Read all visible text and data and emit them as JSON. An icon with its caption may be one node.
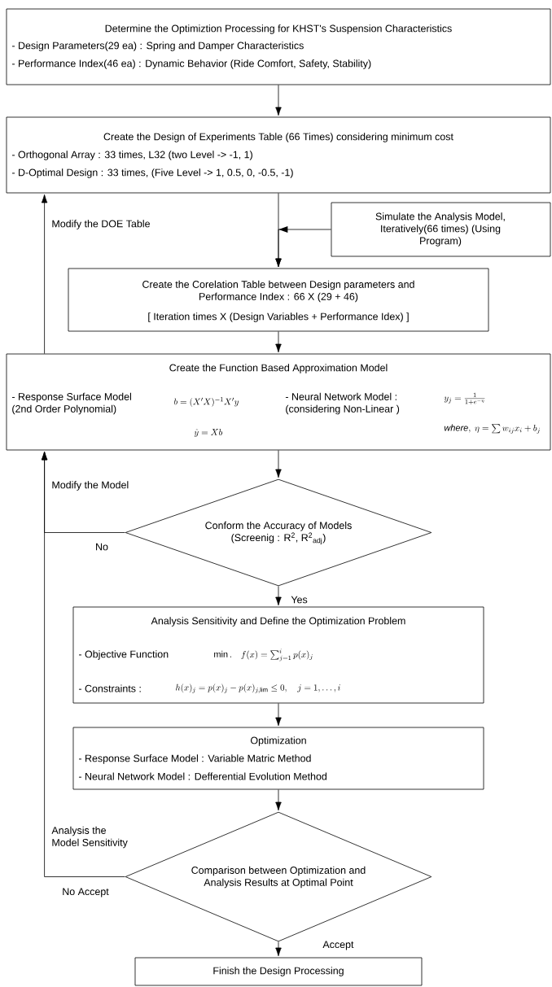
{
  "diagram": {
    "nodes": [
      {
        "text": [
          "Determine the Optimiztion Processing for KHST's Suspension Characteristics",
          "- Design Parameters(29 ea) : Spring and Damper Characteristics",
          "- Performance Index(46 ea) : Dynamic Behavior (Ride Comfort, Safety, Stability)"
        ]
      },
      {
        "text": [
          "Create the Design of Experiments Table (66 Times) considering minimum cost",
          "- Orthogonal Array : 33 times, L32 (two Level -> -1, 1)",
          "- D-Optimal Design : 33 times, (Five Level -> 1, 0.5, 0, -0.5, -1)"
        ]
      },
      {
        "text": [
          "Simulate the Analysis Model, Iteratively(66 times) (Using Program)"
        ]
      },
      {
        "text": [
          "Create the Corelation Table between Design parameters and Performance Index : 66 X (29 + 46)",
          "[ Iteration times X (Design Variables + Performance Idex) ]"
        ]
      },
      {
        "text": [
          "Create the Function Based Approximation Model",
          "- Response Surface Model (2nd Order Polynomial)",
          "b=(X^{\\prime}X)^{-1}X^{\\prime}y",
          "\\hat{y}=Xb",
          "- Neural Network Model : (considering Non-Linear )",
          "y_j=\\frac{1}{1+e^{-\\eta}}",
          "\\mathit{where},\\ \\eta=\\sum w_{ij}x_i+b_j"
        ]
      },
      {
        "text": [
          "Conform the Accuracy of Models (Screenig : R$^{2}$, R$^{2}$$_{adj}$)"
        ]
      },
      {
        "text": [
          "Analysis Sensitivity and Define the Optimization Problem",
          "- Objective Function",
          "\\min.\\quad f(x)=\\sum_{j=1}^{i}p(x)_j",
          "- Constraints :",
          "h(x)_j=p(x)_j-p(x)_{j,\\mathrm{lim}}\\le 0,\\quad j=1,\\ldots,i"
        ]
      },
      {
        "text": [
          "Optimization",
          "- Response Surface Model : Variable Matric Method",
          "- Neural Network Model : Defferential Evolution Method"
        ]
      },
      {
        "text": [
          "Comparison between Optimization and Analysis Results at Optimal Point"
        ]
      },
      {
        "text": [
          "Finish the Design Processing"
        ]
      }
    ],
    "edges": [
      {
        "from": 0,
        "to": 1,
        "arrow": "to"
      },
      {
        "from": 1,
        "to": 3,
        "arrow": "to"
      },
      {
        "from": 2,
        "to": 3,
        "arrow": "to"
      },
      {
        "from": 3,
        "to": 4,
        "arrow": "to"
      },
      {
        "from": 4,
        "to": 1,
        "arrow": "to",
        "label": "Modify the DOE Table"
      },
      {
        "from": 4,
        "to": 5,
        "arrow": "to"
      },
      {
        "from": 5,
        "to": 4,
        "arrow": "to",
        "label": "No"
      },
      {
        "from": 5,
        "to": 6,
        "arrow": "to",
        "label": "Yes"
      },
      {
        "from": 6,
        "to": 7,
        "arrow": "to"
      },
      {
        "from": 7,
        "to": 8,
        "arrow": "to"
      },
      {
        "from": 8,
        "to": 4,
        "arrow": "to",
        "label": "No Accept"
      },
      {
        "from": 8,
        "to": 9,
        "arrow": "to",
        "label": "Accept"
      }
    ],
    "labels": [
      "Modify the Model",
      "Analysis the Model Sensitivity"
    ]
  }
}
